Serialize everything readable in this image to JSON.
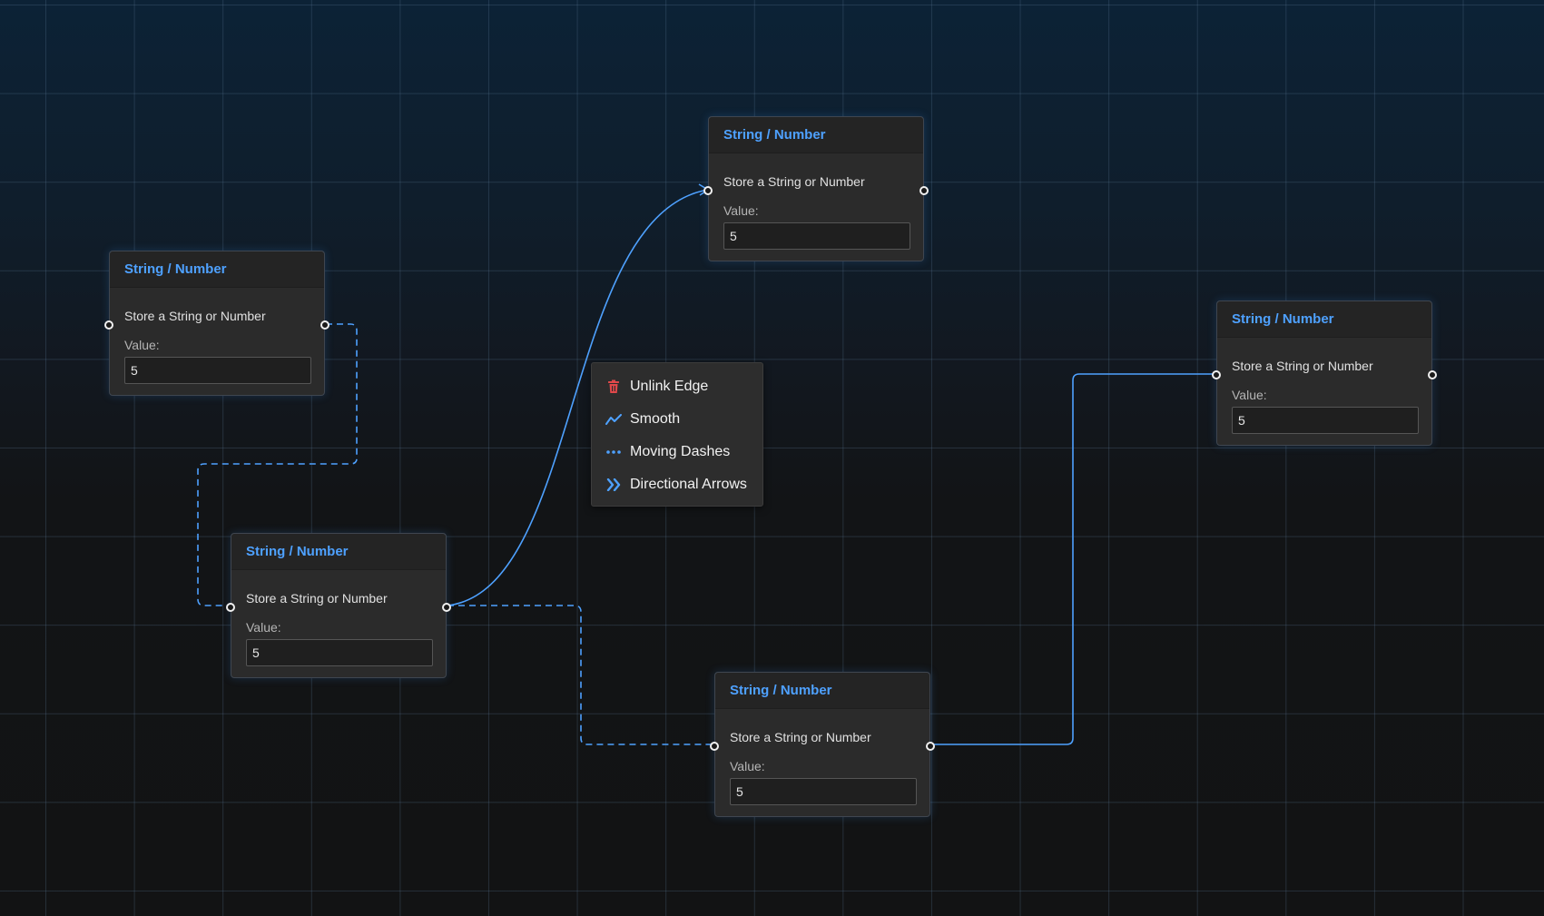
{
  "accent_color": "#4ea1ff",
  "nodes": [
    {
      "title": "String / Number",
      "description": "Store a String or Number",
      "value_label": "Value:",
      "value": "5"
    },
    {
      "title": "String / Number",
      "description": "Store a String or Number",
      "value_label": "Value:",
      "value": "5"
    },
    {
      "title": "String / Number",
      "description": "Store a String or Number",
      "value_label": "Value:",
      "value": "5"
    },
    {
      "title": "String / Number",
      "description": "Store a String or Number",
      "value_label": "Value:",
      "value": "5"
    },
    {
      "title": "String / Number",
      "description": "Store a String or Number",
      "value_label": "Value:",
      "value": "5"
    }
  ],
  "context_menu": {
    "items": [
      {
        "label": "Unlink Edge",
        "icon": "trash-icon",
        "color": "#e0484a"
      },
      {
        "label": "Smooth",
        "icon": "line-chart-icon",
        "color": "#4ea1ff"
      },
      {
        "label": "Moving Dashes",
        "icon": "dots-icon",
        "color": "#4ea1ff"
      },
      {
        "label": "Directional Arrows",
        "icon": "double-chevron-right-icon",
        "color": "#4ea1ff"
      }
    ]
  }
}
